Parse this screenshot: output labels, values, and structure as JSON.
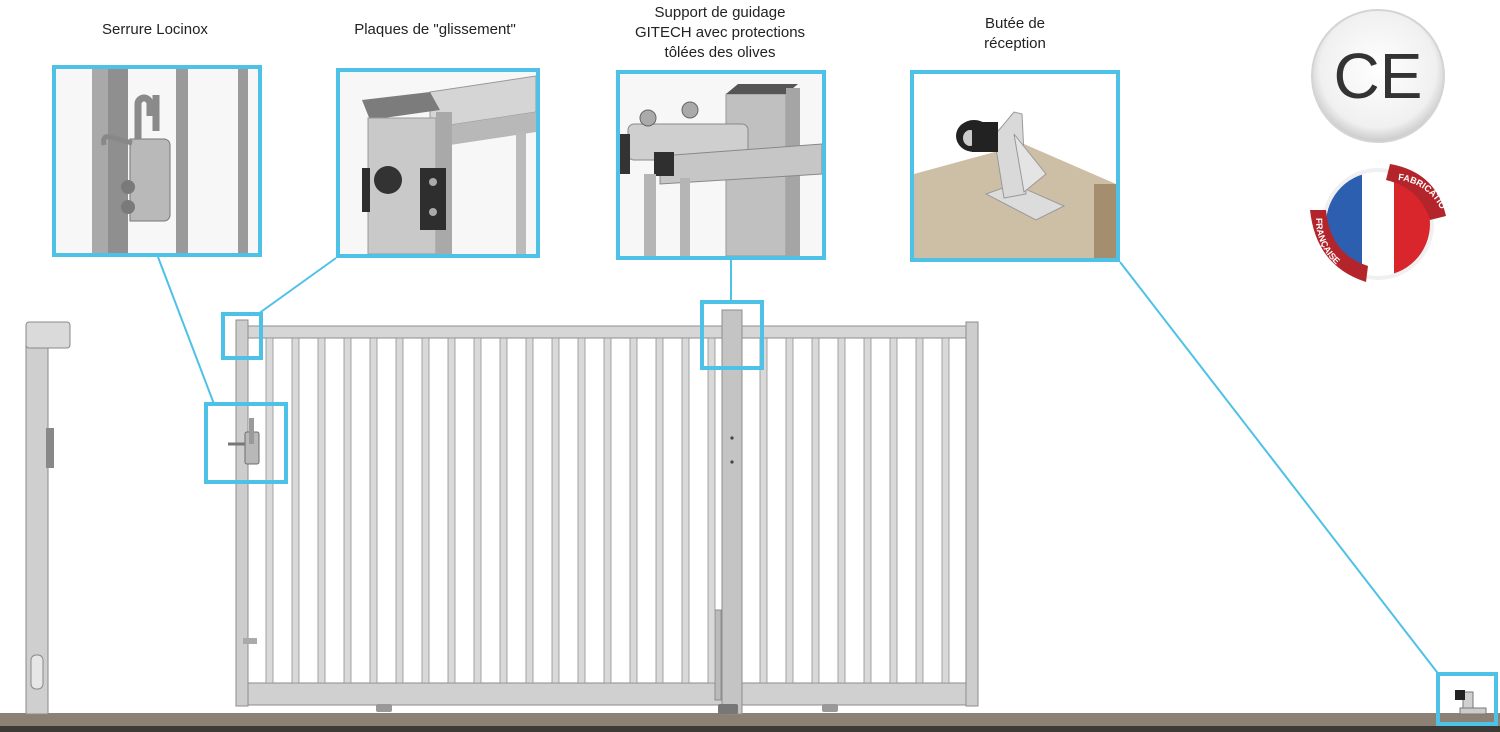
{
  "labels": {
    "lock": "Serrure Locinox",
    "plates": "Plaques de \"glissement\"",
    "guide": "Support de guidage\nGITECH avec protections\ntôlées des olives",
    "stop": "Butée de\nréception"
  },
  "badges": {
    "ce": "CE",
    "fabrication_line1": "FABRICATION",
    "fabrication_line2": "FRANÇAISE"
  },
  "colors": {
    "callout": "#4ec1e6",
    "metal": "#c8c8c8",
    "ground": "#8c8172",
    "flag_blue": "#2d5fb0",
    "flag_red": "#d8262c",
    "ribbon": "#b3252b"
  },
  "icons": {
    "ce": "ce-mark-icon",
    "flag": "french-flag-icon"
  }
}
